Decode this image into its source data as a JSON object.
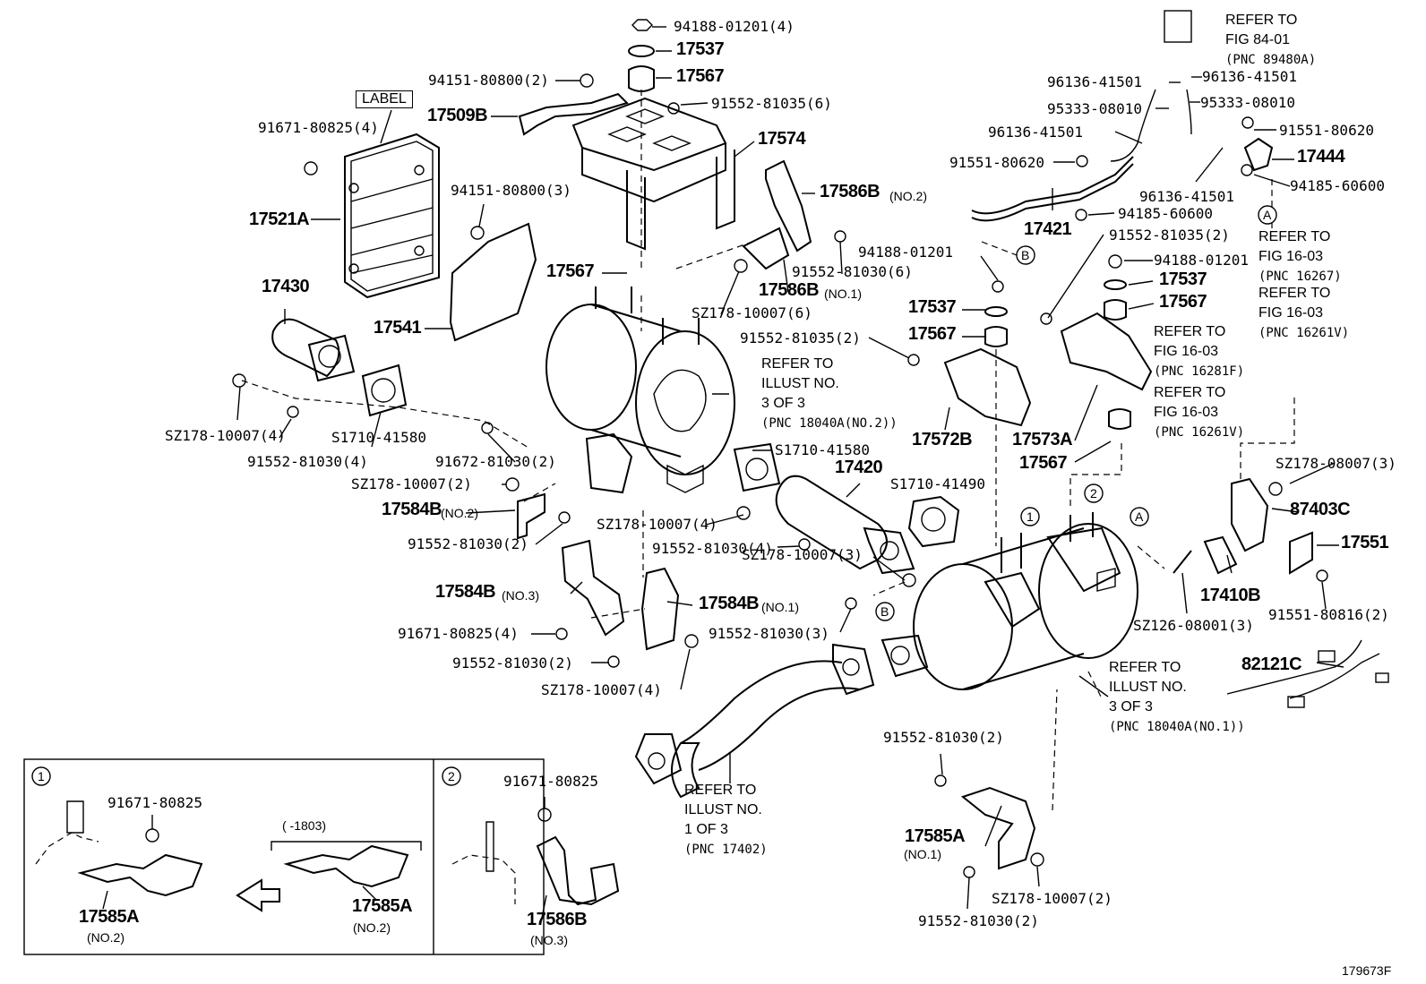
{
  "diagram": {
    "figure_id": "179673F",
    "box_label": "LABEL",
    "callouts": [
      {
        "id": "c1",
        "text": "94188-01201(4)",
        "style": "mono"
      },
      {
        "id": "c2",
        "text": "17537",
        "style": "big"
      },
      {
        "id": "c3",
        "text": "17567",
        "style": "big"
      },
      {
        "id": "c4",
        "text": "94151-80800(2)",
        "style": "mono"
      },
      {
        "id": "c5",
        "text": "91552-81035(6)",
        "style": "mono"
      },
      {
        "id": "c6",
        "text": "17509B",
        "style": "big"
      },
      {
        "id": "c7",
        "text": "17574",
        "style": "big"
      },
      {
        "id": "c8",
        "text": "91671-80825(4)",
        "style": "mono"
      },
      {
        "id": "c9",
        "text": "17586B",
        "style": "big"
      },
      {
        "id": "c10",
        "text": "(NO.2)",
        "style": "sm"
      },
      {
        "id": "c11",
        "text": "94151-80800(3)",
        "style": "mono"
      },
      {
        "id": "c12",
        "text": "17521A",
        "style": "big"
      },
      {
        "id": "c13",
        "text": "17567",
        "style": "big"
      },
      {
        "id": "c14",
        "text": "91552-81030(6)",
        "style": "mono"
      },
      {
        "id": "c15",
        "text": "17586B",
        "style": "big"
      },
      {
        "id": "c16",
        "text": "(NO.1)",
        "style": "sm"
      },
      {
        "id": "c17",
        "text": "17430",
        "style": "big"
      },
      {
        "id": "c18",
        "text": "SZ178-10007(6)",
        "style": "mono"
      },
      {
        "id": "c19",
        "text": "17541",
        "style": "big"
      },
      {
        "id": "c20",
        "text": "SZ178-10007(4)",
        "style": "mono"
      },
      {
        "id": "c21",
        "text": "91552-81030(4)",
        "style": "mono"
      },
      {
        "id": "c22",
        "text": "S1710-41580",
        "style": "mono"
      },
      {
        "id": "c23",
        "text": "91672-81030(2)",
        "style": "mono"
      },
      {
        "id": "c24",
        "text": "SZ178-10007(2)",
        "style": "mono"
      },
      {
        "id": "c25",
        "text": "17584B",
        "style": "big"
      },
      {
        "id": "c26",
        "text": "(NO.2)",
        "style": "sm"
      },
      {
        "id": "c27",
        "text": "91552-81030(2)",
        "style": "mono"
      },
      {
        "id": "c28",
        "text": "SZ178-10007(4)",
        "style": "mono"
      },
      {
        "id": "c29",
        "text": "91552-81030(4)",
        "style": "mono"
      },
      {
        "id": "c30",
        "text": "17584B",
        "style": "big"
      },
      {
        "id": "c31",
        "text": "(NO.3)",
        "style": "sm"
      },
      {
        "id": "c32",
        "text": "17584B",
        "style": "big"
      },
      {
        "id": "c33",
        "text": "(NO.1)",
        "style": "sm"
      },
      {
        "id": "c34",
        "text": "91671-80825(4)",
        "style": "mono"
      },
      {
        "id": "c35",
        "text": "91552-81030(2)",
        "style": "mono"
      },
      {
        "id": "c36",
        "text": "SZ178-10007(4)",
        "style": "mono"
      },
      {
        "id": "c37",
        "text": "SZ178-10007(3)",
        "style": "mono"
      },
      {
        "id": "c38",
        "text": "91552-81030(3)",
        "style": "mono"
      },
      {
        "id": "c39",
        "text": "S1710-41580",
        "style": "mono"
      },
      {
        "id": "c40",
        "text": "17420",
        "style": "big"
      },
      {
        "id": "c41",
        "text": "S1710-41490",
        "style": "mono"
      },
      {
        "id": "c42",
        "text": "94188-01201",
        "style": "mono"
      },
      {
        "id": "c43",
        "text": "17537",
        "style": "big"
      },
      {
        "id": "c44",
        "text": "17567",
        "style": "big"
      },
      {
        "id": "c45",
        "text": "91552-81035(2)",
        "style": "mono"
      },
      {
        "id": "c46",
        "text": "17572B",
        "style": "big"
      },
      {
        "id": "c47",
        "text": "17573A",
        "style": "big"
      },
      {
        "id": "c48",
        "text": "17567",
        "style": "big"
      },
      {
        "id": "c49",
        "text": "91552-81035(2)",
        "style": "mono"
      },
      {
        "id": "c50",
        "text": "94188-01201",
        "style": "mono"
      },
      {
        "id": "c51",
        "text": "17537",
        "style": "big"
      },
      {
        "id": "c52",
        "text": "17567",
        "style": "big"
      },
      {
        "id": "c53",
        "text": "96136-41501",
        "style": "mono"
      },
      {
        "id": "c54",
        "text": "96136-41501",
        "style": "mono"
      },
      {
        "id": "c55",
        "text": "95333-08010",
        "style": "mono"
      },
      {
        "id": "c56",
        "text": "95333-08010",
        "style": "mono"
      },
      {
        "id": "c57",
        "text": "96136-41501",
        "style": "mono"
      },
      {
        "id": "c58",
        "text": "91551-80620",
        "style": "mono"
      },
      {
        "id": "c59",
        "text": "91551-80620",
        "style": "mono"
      },
      {
        "id": "c60",
        "text": "17444",
        "style": "big"
      },
      {
        "id": "c61",
        "text": "96136-41501",
        "style": "mono"
      },
      {
        "id": "c62",
        "text": "94185-60600",
        "style": "mono"
      },
      {
        "id": "c63",
        "text": "94185-60600",
        "style": "mono"
      },
      {
        "id": "c64",
        "text": "17421",
        "style": "big"
      },
      {
        "id": "c65",
        "text": "SZ178-08007(3)",
        "style": "mono"
      },
      {
        "id": "c66",
        "text": "87403C",
        "style": "big"
      },
      {
        "id": "c67",
        "text": "17551",
        "style": "big"
      },
      {
        "id": "c68",
        "text": "17410B",
        "style": "big"
      },
      {
        "id": "c69",
        "text": "91551-80816(2)",
        "style": "mono"
      },
      {
        "id": "c70",
        "text": "SZ126-08001(3)",
        "style": "mono"
      },
      {
        "id": "c71",
        "text": "82121C",
        "style": "big"
      },
      {
        "id": "c72",
        "text": "91552-81030(2)",
        "style": "mono"
      },
      {
        "id": "c73",
        "text": "17585A",
        "style": "big"
      },
      {
        "id": "c74",
        "text": "(NO.1)",
        "style": "sm"
      },
      {
        "id": "c75",
        "text": "SZ178-10007(2)",
        "style": "mono"
      },
      {
        "id": "c76",
        "text": "91552-81030(2)",
        "style": "mono"
      }
    ],
    "references": [
      {
        "id": "r1",
        "lines": [
          "REFER TO",
          "FIG 84-01",
          "(PNC 89480A)"
        ]
      },
      {
        "id": "r2",
        "lines": [
          "REFER TO",
          "ILLUST NO.",
          "3 OF 3",
          "(PNC 18040A(NO.2))"
        ]
      },
      {
        "id": "r3",
        "lines": [
          "REFER TO",
          "FIG 16-03",
          "(PNC 16267)"
        ]
      },
      {
        "id": "r4",
        "lines": [
          "REFER TO",
          "FIG 16-03",
          "(PNC 16261V)"
        ]
      },
      {
        "id": "r5",
        "lines": [
          "REFER TO",
          "FIG 16-03",
          "(PNC 16281F)"
        ]
      },
      {
        "id": "r6",
        "lines": [
          "REFER TO",
          "FIG 16-03",
          "(PNC 16261V)"
        ]
      },
      {
        "id": "r7",
        "lines": [
          "REFER TO",
          "ILLUST NO.",
          "3 OF 3",
          "(PNC 18040A(NO.1))"
        ]
      },
      {
        "id": "r8",
        "lines": [
          "REFER TO",
          "ILLUST NO.",
          "1 OF 3",
          "(PNC 17402)"
        ]
      }
    ],
    "markers": {
      "one": "1",
      "two": "2",
      "a": "A",
      "b": "B"
    },
    "inset_1": {
      "marker": "1",
      "bolt": "91671-80825",
      "range": "(    -1803)",
      "part_a": "17585A",
      "part_a_note": "(NO.2)",
      "part_b": "17585A",
      "part_b_note": "(NO.2)"
    },
    "inset_2": {
      "marker": "2",
      "bolt": "91671-80825",
      "part": "17586B",
      "part_note": "(NO.3)"
    }
  }
}
